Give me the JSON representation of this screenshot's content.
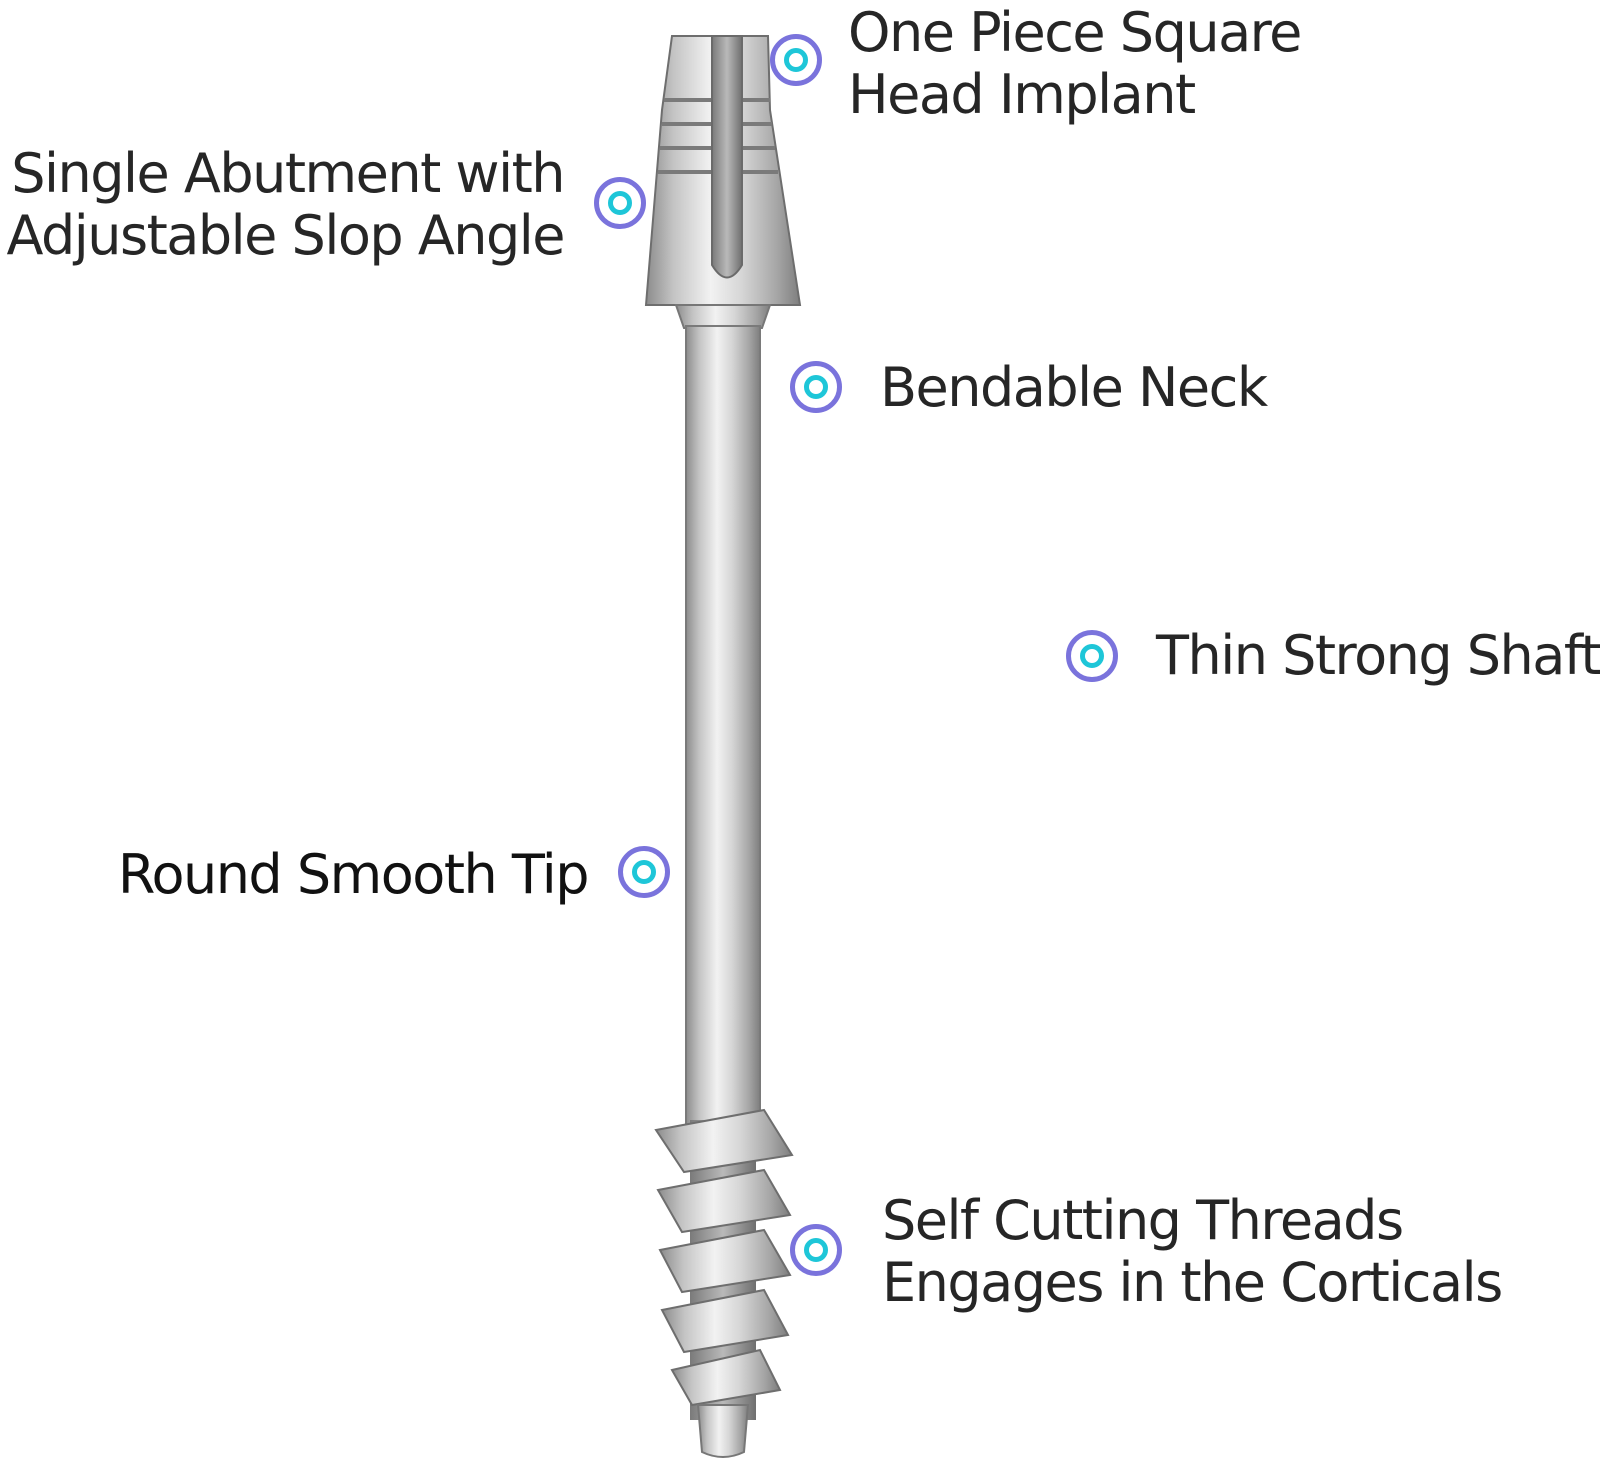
{
  "image": {
    "subject": "implant",
    "colors": {
      "marker_outer": "#7a73dc",
      "marker_inner": "#1ec6d8",
      "label_text": "#262626",
      "metal_light": "#eaeaea",
      "metal_dark": "#8a8a8a"
    }
  },
  "callouts": [
    {
      "id": "head",
      "lines": [
        "One Piece Square",
        "Head Implant"
      ],
      "icon": "target-icon"
    },
    {
      "id": "abutment",
      "lines": [
        "Single Abutment with",
        "Adjustable Slop Angle"
      ],
      "icon": "target-icon"
    },
    {
      "id": "neck",
      "lines": [
        "Bendable Neck"
      ],
      "icon": "target-icon"
    },
    {
      "id": "shaft",
      "lines": [
        "Thin Strong Shaft"
      ],
      "icon": "target-icon"
    },
    {
      "id": "tip",
      "lines": [
        "Round Smooth Tip"
      ],
      "icon": "target-icon"
    },
    {
      "id": "threads",
      "lines": [
        "Self Cutting Threads",
        "Engages in the Corticals"
      ],
      "icon": "target-icon"
    }
  ]
}
